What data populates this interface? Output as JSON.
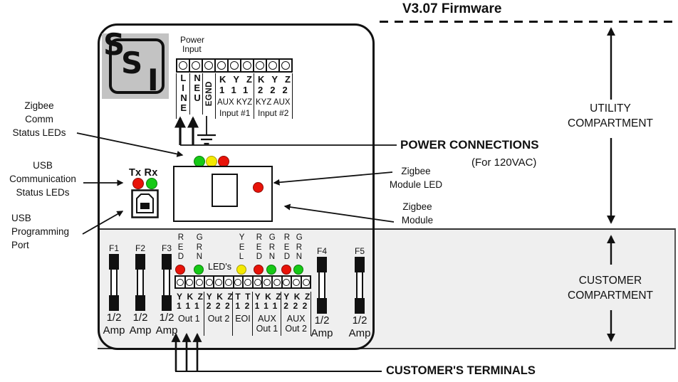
{
  "title": "V3.07 Firmware",
  "logo": {
    "l1": "S",
    "l2": "S",
    "l3": "I"
  },
  "power_input": {
    "label1": "Power",
    "label2": "Input",
    "col_line": "LINE",
    "col_neutral": "NEU",
    "col_ground": "EGND",
    "g1_letters": "KYZ",
    "g1_numbers": "111",
    "g1_name": "AUX KYZ",
    "g1_sub": "Input #1",
    "g2_letters": "KYZ",
    "g2_numbers": "222",
    "g2_name": "KYZ AUX",
    "g2_sub": "Input #2"
  },
  "left_labels": {
    "zigbee1": "Zigbee",
    "zigbee2": "Comm",
    "zigbee3": "Status LEDs",
    "usbcomm1": "USB",
    "usbcomm2": "Communication",
    "usbcomm3": "Status LEDs",
    "usbport1": "USB",
    "usbport2": "Programming",
    "usbport3": "Port"
  },
  "usb": {
    "txrx": "Tx Rx"
  },
  "right_labels": {
    "power_connections": "POWER CONNECTIONS",
    "power_sub": "(For 120VAC)",
    "module_led1": "Zigbee",
    "module_led2": "Module LED",
    "module1": "Zigbee",
    "module2": "Module",
    "utility1": "UTILITY",
    "utility2": "COMPARTMENT",
    "customer1": "CUSTOMER",
    "customer2": "COMPARTMENT",
    "customers_terminals": "CUSTOMER'S TERMINALS"
  },
  "zigbee_comm_leds": {
    "colors": [
      "#16c916",
      "#f4e900",
      "#e81309"
    ]
  },
  "usb_leds": {
    "colors": [
      "#e81309",
      "#16c916"
    ]
  },
  "module_led_color": "#e81309",
  "status_leds": {
    "label": "LED's",
    "columns": [
      {
        "name": "RED",
        "color": "#e81309"
      },
      {
        "name": "GRN",
        "color": "#16c916"
      },
      {
        "name": "YEL",
        "color": "#f4e900"
      },
      {
        "name": "RED",
        "color": "#e81309"
      },
      {
        "name": "GRN",
        "color": "#16c916"
      },
      {
        "name": "RED",
        "color": "#e81309"
      },
      {
        "name": "GRN",
        "color": "#16c916"
      }
    ]
  },
  "fuses": [
    {
      "name": "F1",
      "r1": "1/2",
      "r2": "Amp"
    },
    {
      "name": "F2",
      "r1": "1/2",
      "r2": "Amp"
    },
    {
      "name": "F3",
      "r1": "1/2",
      "r2": "Amp"
    },
    {
      "name": "F4",
      "r1": "1/2",
      "r2": "Amp"
    },
    {
      "name": "F5",
      "r1": "1/2",
      "r2": "Amp"
    }
  ],
  "output_block": {
    "groups": [
      {
        "letters": "YKZ",
        "numbers": "111",
        "name": "Out 1",
        "name2": ""
      },
      {
        "letters": "YKZ",
        "numbers": "222",
        "name": "Out 2",
        "name2": ""
      },
      {
        "letters": "TT",
        "numbers": "12",
        "name": "EOI",
        "name2": ""
      },
      {
        "letters": "YKZ",
        "numbers": "111",
        "name": "AUX",
        "name2": "Out 1"
      },
      {
        "letters": "YKZ",
        "numbers": "222",
        "name": "AUX",
        "name2": "Out 2"
      }
    ]
  },
  "colors": {
    "band_bg": "#efefef",
    "logo_bg": "#c3c3c3",
    "outline": "#111111"
  }
}
